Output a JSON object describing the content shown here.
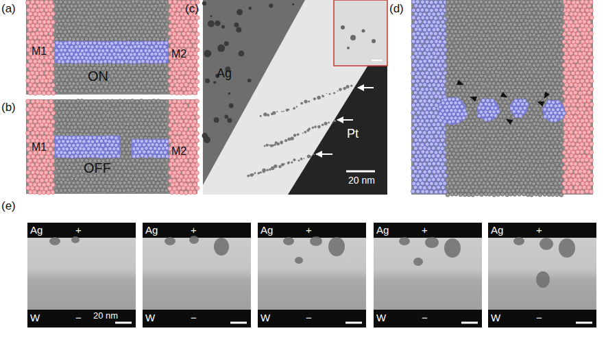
{
  "diagram": {
    "labels": [
      "(a)",
      "M1",
      "M2",
      "ON",
      "(b)",
      "M1",
      "M2",
      "OFF",
      "(c)",
      "Ag",
      "Pt",
      "20 nm",
      "(d)",
      "(e)",
      "Ag",
      "+",
      "W",
      "−",
      "20 nm",
      "Ag",
      "+",
      "W",
      "−",
      "Ag",
      "+",
      "W",
      "−",
      "Ag",
      "+",
      "W",
      "−",
      "Ag",
      "+",
      "W",
      "−"
    ]
  }
}
